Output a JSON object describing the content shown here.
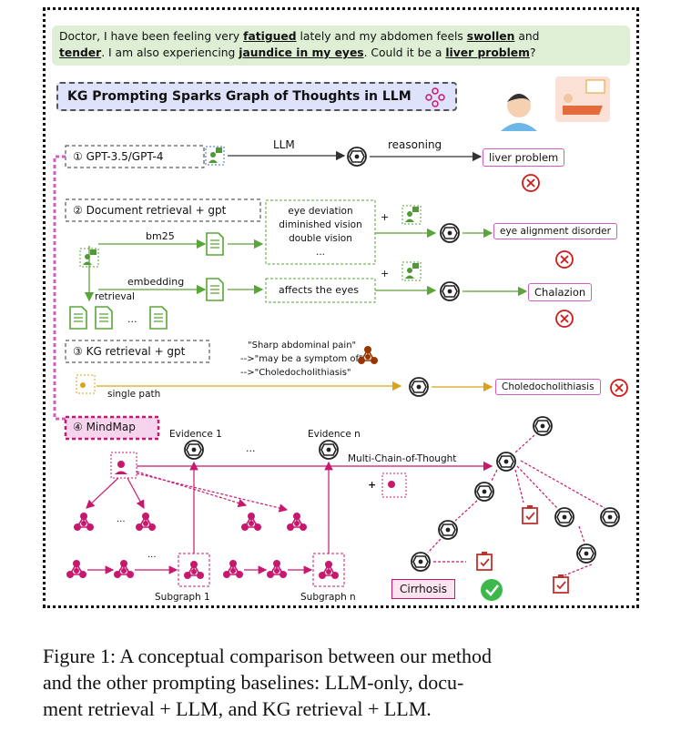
{
  "question": {
    "p1": "Doctor, I have been feeling very ",
    "k1": "fatigued",
    "p2": " lately and my abdomen feels ",
    "k2": "swollen",
    "p3": " and",
    "k3": "tender",
    "p4": ". I am also experiencing ",
    "k4": "jaundice in my eyes",
    "p5": ". Could it be a ",
    "k5": "liver problem",
    "p6": "?"
  },
  "banner": "KG Prompting Sparks Graph of Thoughts in LLM",
  "rows": {
    "gpt": {
      "label": "① GPT-3.5/GPT-4",
      "llm": "LLM",
      "reasoning": "reasoning",
      "answer": "liver problem"
    },
    "doc": {
      "label": "② Document retrieval + gpt",
      "bm25": "bm25",
      "embedding": "embedding",
      "retrieval": "retrieval",
      "ellipsis": "...",
      "symptoms": [
        "eye deviation",
        "diminished vision",
        "double vision",
        "..."
      ],
      "affects": "affects the eyes",
      "answer1": "eye alignment disorder",
      "answer2": "Chalazion",
      "plus": "+"
    },
    "kg": {
      "label": "③ KG retrieval + gpt",
      "quote1": "\"Sharp abdominal pain\"",
      "quote2": "-->\"may be a symptom of\"",
      "quote3": "-->\"Choledocholithiasis\"",
      "single_path": "single path",
      "answer": "Choledocholithiasis"
    },
    "mindmap": {
      "label": "④ MindMap",
      "evidence1": "Evidence 1",
      "evidencen": "Evidence n",
      "dots": "...",
      "mcot": "Multi-Chain-of-Thought",
      "subgraph1": "Subgraph 1",
      "subgraphn": "Subgraph n",
      "answer": "Cirrhosis",
      "plus": "+"
    }
  },
  "caption": {
    "line1": "Figure 1: A conceptual comparison between our method",
    "line2": "and the other prompting baselines: LLM-only, docu-",
    "line3": "ment retrieval + LLM, and KG retrieval + LLM."
  },
  "colors": {
    "green": "#5aa538",
    "pink": "#d35bc3",
    "red": "#c0312e",
    "gold": "#d9a21b",
    "blue": "#3a6fd8"
  },
  "icons": [
    "user-question-icon",
    "openai-logo-icon",
    "document-icon",
    "knowledge-graph-icon",
    "checklist-icon",
    "check-icon",
    "cross-icon",
    "doctor-icon",
    "patient-icon",
    "search-icon"
  ]
}
